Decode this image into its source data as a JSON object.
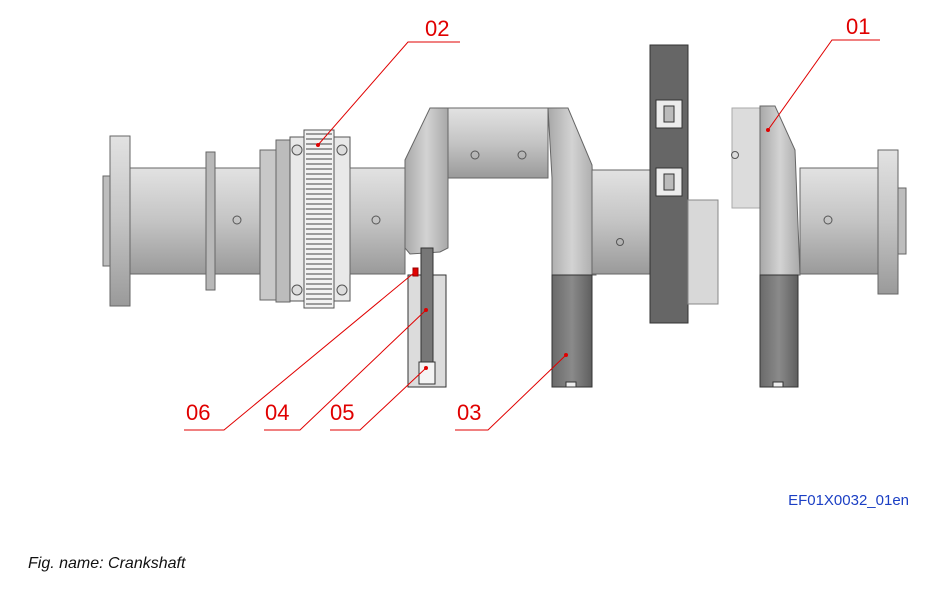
{
  "callouts": {
    "c01": "01",
    "c02": "02",
    "c03": "03",
    "c04": "04",
    "c05": "05",
    "c06": "06"
  },
  "figure_code": "EF01X0032_01en",
  "caption": "Fig. name: Crankshaft",
  "colors": {
    "callout": "#e00000",
    "code": "#1b3fc4",
    "part_light": "#cfcfcf",
    "part_dark": "#777777"
  }
}
